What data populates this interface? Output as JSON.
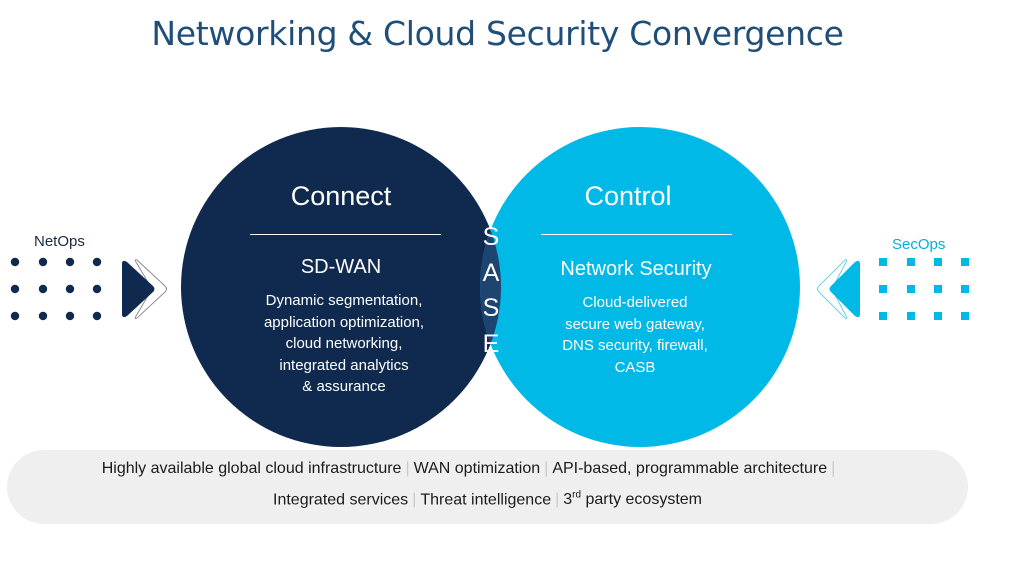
{
  "title": "Networking & Cloud Security Convergence",
  "colors": {
    "title": "#1f4e79",
    "connect_circle": "#0f2a4e",
    "control_circle": "#00b9e6",
    "overlap": "#1e4472",
    "pill_background": "#efefef"
  },
  "left_side": {
    "label": "NetOps",
    "icon": "dot-grid-icon",
    "arrow_icon": "double-chevron-right-icon"
  },
  "right_side": {
    "label": "SecOps",
    "icon": "square-grid-icon",
    "arrow_icon": "double-chevron-left-icon"
  },
  "connect": {
    "heading": "Connect",
    "subheading": "SD-WAN",
    "lines": [
      "Dynamic segmentation,",
      "application optimization,",
      "cloud networking,",
      "integrated analytics",
      "& assurance"
    ]
  },
  "control": {
    "heading": "Control",
    "subheading": "Network Security",
    "lines": [
      "Cloud-delivered",
      "secure web gateway,",
      "DNS security, firewall,",
      "CASB"
    ]
  },
  "sase": {
    "letters": [
      "S",
      "A",
      "S",
      "E"
    ]
  },
  "foundation": {
    "row1": [
      "Highly available global cloud infrastructure",
      "WAN optimization",
      "API-based, programmable architecture"
    ],
    "row2": [
      "Integrated services",
      "Threat intelligence"
    ],
    "row2_last": {
      "prefix": "3",
      "superscript": "rd",
      "suffix": " party ecosystem"
    }
  }
}
